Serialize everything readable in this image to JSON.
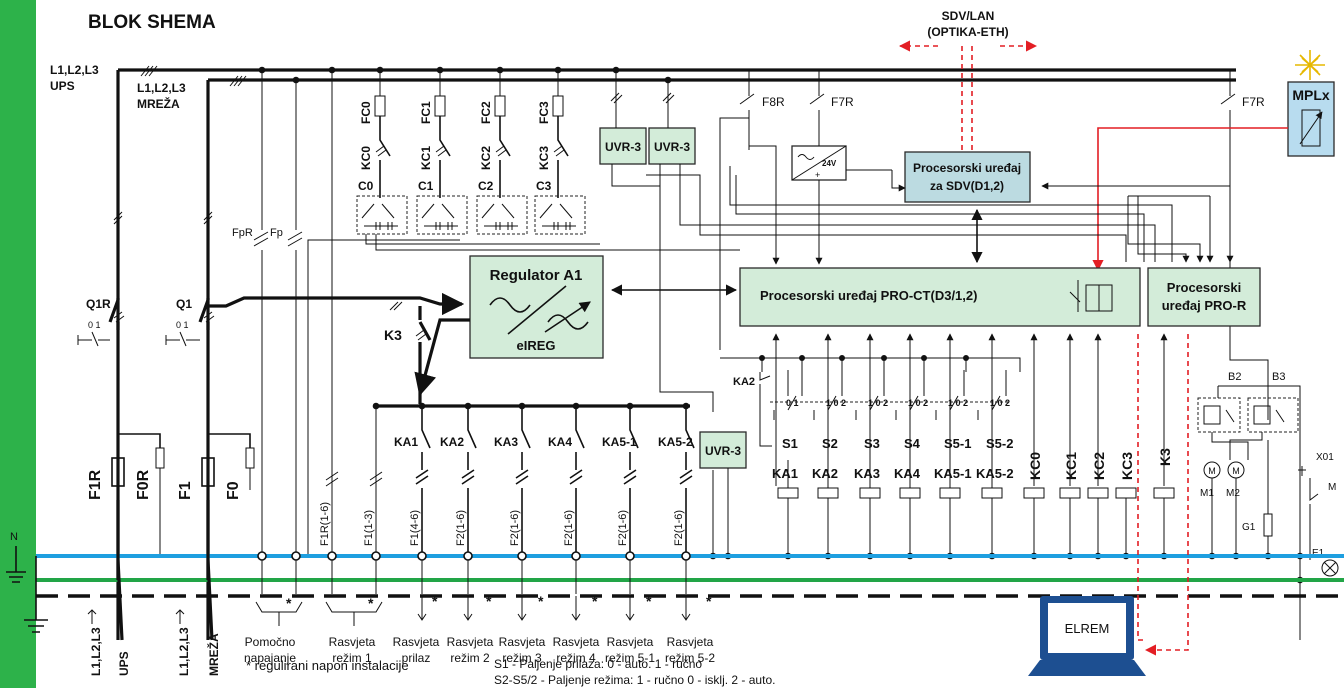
{
  "title": "BLOK SHEMA",
  "bus": {
    "ups_label": "L1,L2,L3",
    "ups_sub": "UPS",
    "mreza_label": "L1,L2,L3",
    "mreza_sub": "MREŽA",
    "neutral": "N"
  },
  "sdv_lan": {
    "line1": "SDV/LAN",
    "line2": "(OPTIKA-ETH)"
  },
  "capacitors": {
    "kc": [
      "KC0",
      "KC1",
      "KC2",
      "KC3"
    ],
    "fc": [
      "FC0",
      "FC1",
      "FC2",
      "FC3"
    ],
    "c": [
      "C0",
      "C1",
      "C2",
      "C3"
    ]
  },
  "uvr": "UVR-3",
  "fuses_top": {
    "f8r": "F8R",
    "f7": "F7R",
    "f7r": "F7R"
  },
  "psu_voltage": "24V",
  "sdv_processor": {
    "line1": "Procesorski uređaj",
    "line2": "za SDV(D1,2)"
  },
  "mplx": "MPLx",
  "regulator": {
    "title": "Regulator A1",
    "sub": "eIREG"
  },
  "pro_ct": "Procesorski uređaj PRO-CT(D3/1,2)",
  "pro_r": {
    "line1": "Procesorski",
    "line2": "uređaj PRO-R"
  },
  "main_switches": {
    "q1r": "Q1R",
    "q1": "Q1",
    "pos_a": "0 1",
    "pos_b": "0 1"
  },
  "aux_fuses": {
    "fpr": "FpR",
    "fp": "Fp"
  },
  "k3": "K3",
  "ka2_contact": "KA2",
  "contactors": [
    "KA1",
    "KA2",
    "KA3",
    "KA4",
    "KA5-1",
    "KA5-2"
  ],
  "selectors": {
    "names": [
      "S1",
      "S2",
      "S3",
      "S4",
      "S5-1",
      "S5-2"
    ],
    "pos_s1": "0 1",
    "pos_other": "1 0 2"
  },
  "coils": [
    "KA1",
    "KA2",
    "KA3",
    "KA4",
    "KA5-1",
    "KA5-2"
  ],
  "coils_kc": [
    "KC0",
    "KC1",
    "KC2",
    "KC3"
  ],
  "coil_k3": "K3",
  "main_fuses": [
    "F1R",
    "F0R",
    "F1",
    "F0"
  ],
  "outgoing_fuses": [
    "F1R(1-6)",
    "F1(1-3)",
    "F1(4-6)",
    "F2(1-6)",
    "F2(1-6)",
    "F2(1-6)",
    "F2(1-6)",
    "F2(1-6)"
  ],
  "right_devices": {
    "b2": "B2",
    "b3": "B3",
    "x01": "X01",
    "m": "M",
    "m1": "M",
    "m2": "M",
    "m1_label": "M1",
    "m2_label": "M2",
    "g1": "G1",
    "e1": "E1"
  },
  "outputs": [
    {
      "l1": "Pomočno",
      "l2": "napajanje"
    },
    {
      "l1": "Rasvjeta",
      "l2": "režim 1"
    },
    {
      "l1": "Rasvjeta",
      "l2": "prilaz"
    },
    {
      "l1": "Rasvjeta",
      "l2": "režim 2"
    },
    {
      "l1": "Rasvjeta",
      "l2": "režim 3"
    },
    {
      "l1": "Rasvjeta",
      "l2": "režim 4"
    },
    {
      "l1": "Rasvjeta",
      "l2": "režim 5-1"
    },
    {
      "l1": "Rasvjeta",
      "l2": "režim 5-2"
    }
  ],
  "star": "*",
  "bottom_left": {
    "ups_line": "L1,L2,L3",
    "ups": "UPS",
    "mreza_line": "L1,L2,L3",
    "mreza": "MREŽA"
  },
  "elrem": "ELREM",
  "notes": {
    "regulated": "* regulirani napon instalacije",
    "s1": "S1 - Paljenje prilaza: 0 - auto. 1 - ručno",
    "s2": "S2-S5/2 - Paljenje režima: 1 - ručno  0 - isklj.  2 - auto."
  },
  "colors": {
    "sidebar": "#2db24a",
    "neutral_line": "#1e9fe0",
    "pe_line": "#22a547",
    "box_green": "#d3ecd9",
    "box_blue": "#bcdbe1",
    "mplx": "#b8dcef",
    "red": "#e31e24",
    "laptop": "#1d4f91"
  }
}
